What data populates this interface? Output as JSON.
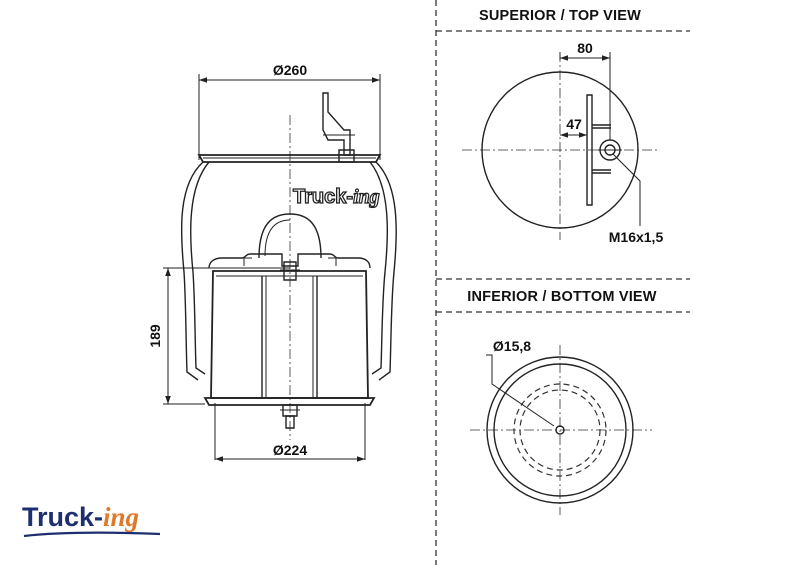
{
  "side_view": {
    "top_diameter": "Ø260",
    "bottom_diameter": "Ø224",
    "height": "189",
    "watermark": {
      "main": "Truck-",
      "italic": "ing"
    }
  },
  "top_view": {
    "heading": "SUPERIOR / TOP VIEW",
    "dim_80": "80",
    "dim_47": "47",
    "thread": "M16x1,5"
  },
  "bottom_view": {
    "heading": "INFERIOR / BOTTOM VIEW",
    "hole_diameter": "Ø15,8"
  },
  "logo": {
    "main": "Truck-",
    "italic": "ing",
    "main_color": "#1d2f6f",
    "italic_color": "#e0782a"
  }
}
